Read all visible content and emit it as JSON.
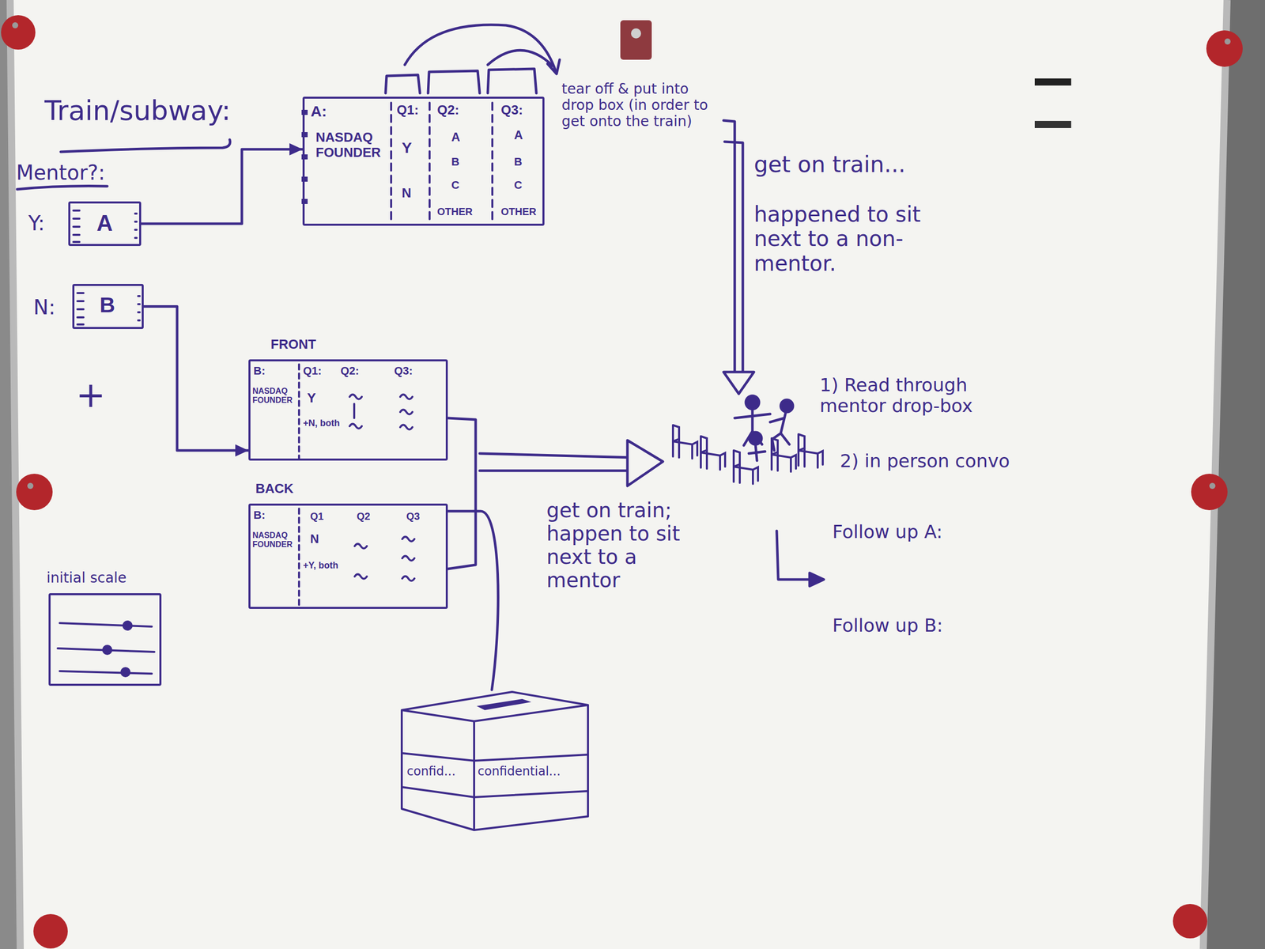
{
  "diagram": {
    "title": "Train/subway:",
    "nodes": [
      {
        "text": [
          "A"
        ]
      },
      {
        "text": [
          "A:",
          "Q1:",
          "Q2:",
          "Q3:",
          "NASDAQ FOUNDER",
          "Y",
          "N",
          "A",
          "B",
          "C",
          "OTHER",
          "A",
          "B",
          "C",
          "OTHER"
        ]
      },
      {
        "text": [
          "B"
        ]
      },
      {
        "text": [
          "FRONT",
          "B:",
          "Q1:",
          "Q2:",
          "Q3:",
          "NASDAQ FOUNDER",
          "Y",
          "+N, both"
        ]
      },
      {
        "text": [
          "BACK",
          "B:",
          "Q1",
          "Q2",
          "Q3",
          "NASDAQ FOUNDER",
          "N",
          "+Y, both"
        ]
      },
      {
        "text": [
          "initial scale"
        ]
      },
      {
        "text": [
          "confid...",
          "confidential..."
        ]
      }
    ],
    "edges": [
      {
        "from": 0,
        "to": 1,
        "arrow": "to"
      },
      {
        "from": 2,
        "to": 3,
        "arrow": "to"
      },
      {
        "from": 4,
        "to": 6,
        "arrow": "none"
      }
    ],
    "labels": [
      "Mentor?:",
      "Y:",
      "N:",
      "+",
      "tear off & put into drop box (in order to get onto the train)",
      "get on train...",
      "happened to sit next to a non-mentor.",
      "get on train; happen to sit next to a mentor",
      "1) Read through mentor drop-box",
      "2) in person convo",
      "Follow up A:",
      "Follow up B:"
    ]
  }
}
